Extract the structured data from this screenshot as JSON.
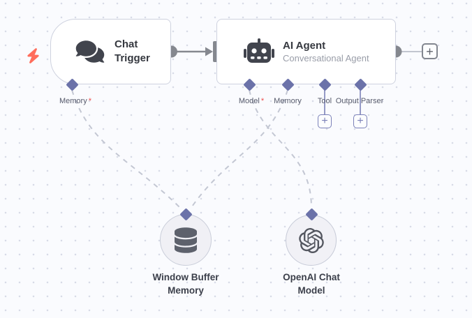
{
  "workflow": {
    "nodes": [
      {
        "id": "chat_trigger",
        "title": "Chat Trigger",
        "type": "trigger",
        "icon": "chat-bubbles"
      },
      {
        "id": "ai_agent",
        "title": "AI Agent",
        "subtitle": "Conversational Agent",
        "icon": "robot"
      },
      {
        "id": "window_buffer_memory",
        "title": "Window Buffer Memory",
        "icon": "database"
      },
      {
        "id": "openai_chat_model",
        "title": "OpenAI Chat Model",
        "icon": "openai"
      }
    ],
    "ports": {
      "chat_trigger_memory": {
        "label": "Memory",
        "required_marker": "*"
      },
      "ai_agent_model": {
        "label": "Model",
        "required_marker": "*"
      },
      "ai_agent_memory": {
        "label": "Memory"
      },
      "ai_agent_tool": {
        "label": "Tool"
      },
      "ai_agent_output_parser": {
        "label": "Output Parser"
      }
    },
    "buttons": {
      "add_next_node": "+",
      "add_tool": "+",
      "add_output_parser": "+"
    },
    "colors": {
      "diamond": "#6b72a9",
      "connector_gray": "#85888f",
      "dashed_line": "#c3c7d3",
      "required_red": "#ee4b4b",
      "trigger_bolt": "#ff6d5c",
      "purple_button": "#7b81b9",
      "node_border": "#ced2df",
      "canvas_bg": "#fafbfe"
    }
  }
}
